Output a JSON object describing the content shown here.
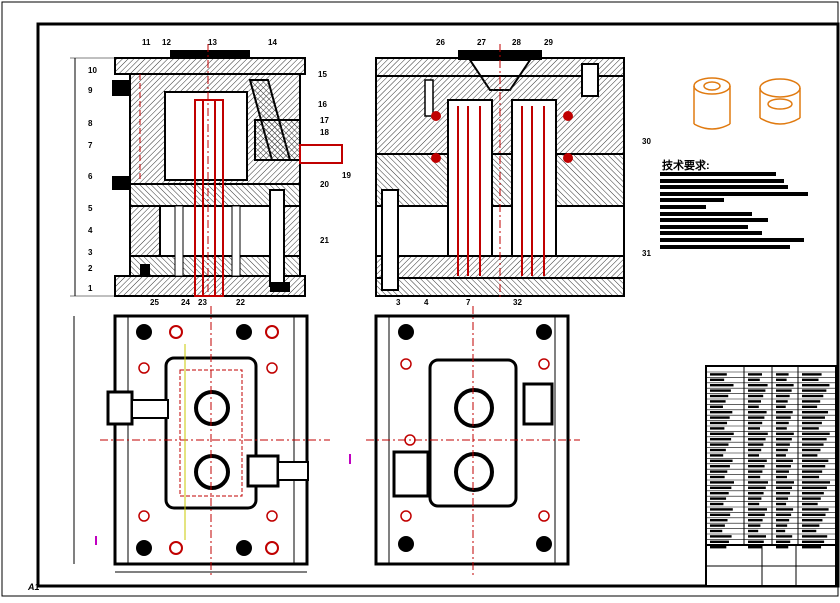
{
  "sheet": {
    "corner_label": "A1"
  },
  "views": [
    {
      "id": "front-section-left"
    },
    {
      "id": "front-section-right"
    },
    {
      "id": "plan-left"
    },
    {
      "id": "plan-right"
    },
    {
      "id": "isometric-parts"
    }
  ],
  "callouts_left": [
    "1",
    "2",
    "3",
    "4",
    "5",
    "6",
    "7",
    "8",
    "9",
    "10",
    "11",
    "12",
    "13",
    "14",
    "15",
    "16",
    "17",
    "18",
    "19",
    "20",
    "21",
    "22",
    "23",
    "24",
    "25"
  ],
  "callouts_right_top": [
    "26",
    "27",
    "28",
    "29",
    "30",
    "31"
  ],
  "callouts_right_bottom": [
    "3",
    "4",
    "7",
    "32"
  ],
  "technical_notes": {
    "title": "技术要求:",
    "line_count": 12
  },
  "colors": {
    "line": "#000000",
    "section": "#c00000",
    "orange": "#e07a10",
    "magenta": "#c000c0",
    "yellow": "#c8c800"
  }
}
